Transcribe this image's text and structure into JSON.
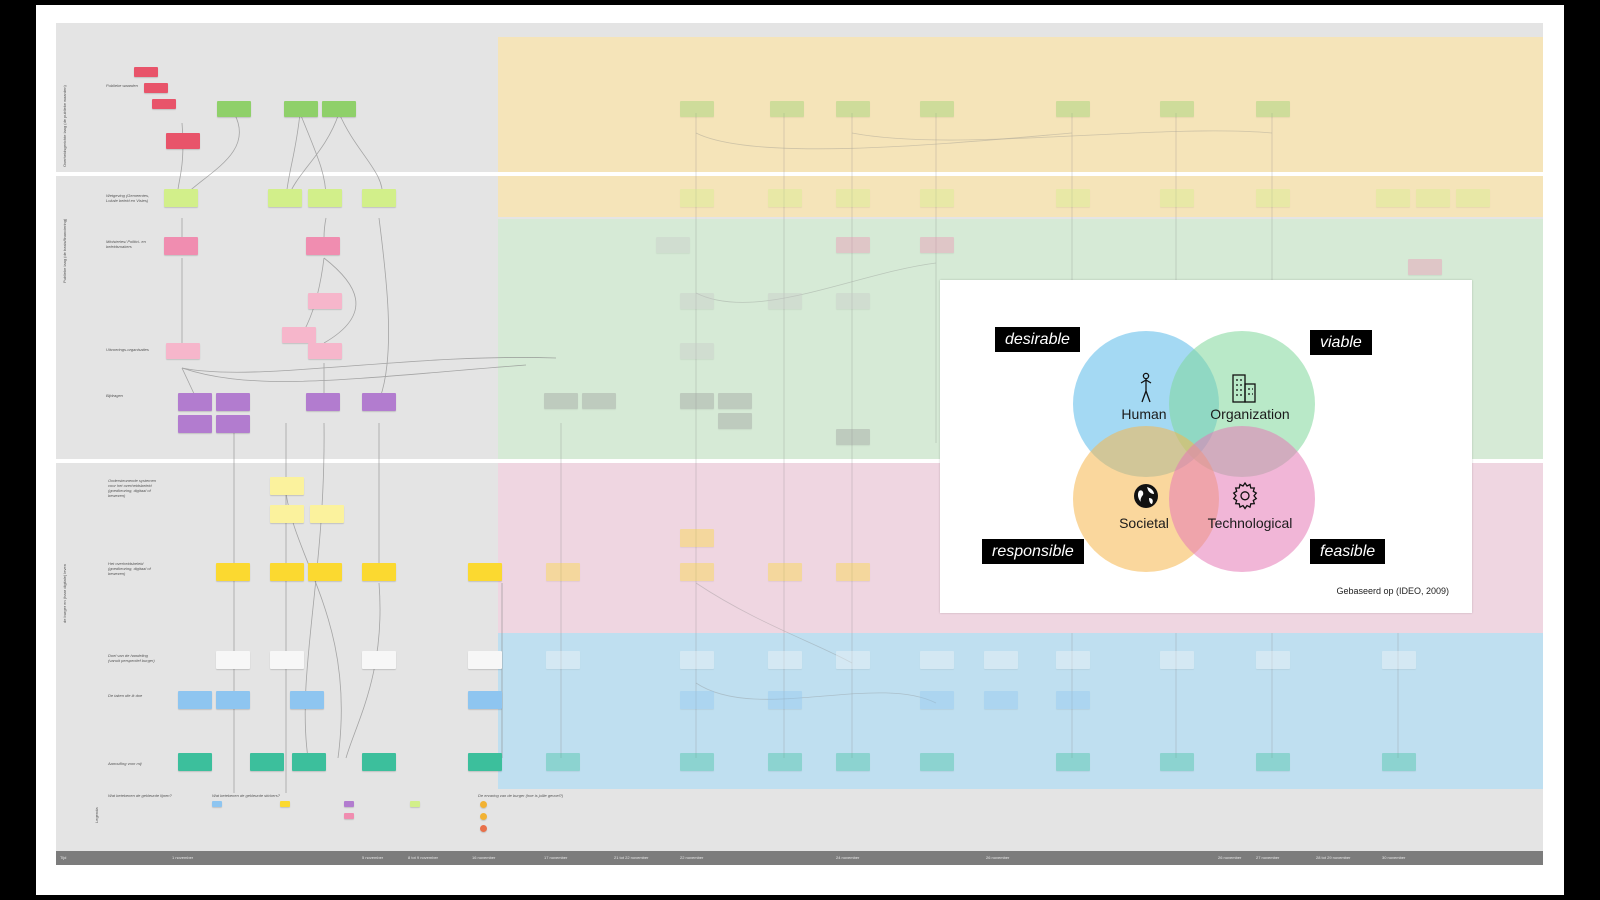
{
  "board": {
    "section_titles": [
      "Overheidsgerichte laag (de publieke waarden)",
      "Publieke laag (de basis/financiering)",
      "de burger en (haar digitale) leven"
    ],
    "row_labels": [
      "Publieke waarden",
      "Wetgeving (Gemeentes, Lokale beleid en Visies)",
      "Ministeries/ Politici- en beleidsmakers",
      "Uitvoerings-organisaties",
      "Bijdragen",
      "Ondersteunende systemen voor het overheidsbeleid (goedkeuring, digitaal of bewezen)",
      "Het overheidsbeleid (goedkeuring, digitaal of bewezen)",
      "Doel van de handeling (vanuit perspectief burger)",
      "De taken die ik doe",
      "Aanvulling voor mij"
    ],
    "legend_title": "Legenda",
    "legend_headings": [
      "Wat betekenen de gekleurde lijnen?",
      "Wat betekenen de gekleurde stickers?",
      "De ervaring van de burger (hoe is jullie gevoel?)"
    ],
    "timeline": [
      "Tijd",
      "1 november",
      "5 november",
      "8 tot 9 november",
      "16 november",
      "17 november",
      "21 tot 22 november",
      "22 november",
      "24 november",
      "26 november",
      "26 november",
      "27 november",
      "28 tot 29 november",
      "30 november"
    ]
  },
  "overlay": {
    "tags": {
      "top_left": "desirable",
      "top_right": "viable",
      "bottom_left": "responsible",
      "bottom_right": "feasible"
    },
    "circles": [
      {
        "label": "Human",
        "color": "#5ab9ea",
        "icon": "person-icon"
      },
      {
        "label": "Organization",
        "color": "#7fd79a",
        "icon": "buildings-icon"
      },
      {
        "label": "Societal",
        "color": "#f6b74d",
        "icon": "globe-icon"
      },
      {
        "label": "Technological",
        "color": "#e57ab6",
        "icon": "gear-icon"
      }
    ],
    "credit": "Gebaseerd op (IDEO, 2009)"
  },
  "colors": {
    "band_yellow": "#f5e4b9",
    "band_green": "#d6ead6",
    "band_pink": "#efd6e1",
    "band_blue": "#bfdff0",
    "sticky_red": "#e8546a",
    "sticky_green": "#8fd06a",
    "sticky_lime": "#d2ef8a",
    "sticky_pink": "#f08db0",
    "sticky_lightpink": "#f6b6cb",
    "sticky_purple": "#b27ccf",
    "sticky_paleyellow": "#fbf29d",
    "sticky_yellow": "#fbd930",
    "sticky_blue": "#8ec5f0",
    "sticky_teal": "#3cbf9c"
  }
}
